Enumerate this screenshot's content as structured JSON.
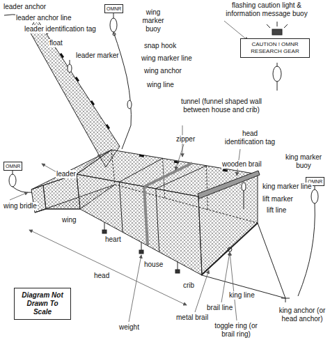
{
  "diagram": {
    "nodes": [
      {
        "text": [
          "OMNR"
        ]
      },
      {
        "text": [
          "OMNR"
        ]
      },
      {
        "text": [
          "OMNR"
        ]
      },
      {
        "text": [
          "CAUTION ! OMNR RESEARCH GEAR"
        ]
      },
      {
        "text": [
          "Diagram Not Drawn To Scale"
        ]
      }
    ],
    "labels": [
      "leader anchor",
      "leader anchor line",
      "leader identification tag",
      "float",
      "leader marker",
      "wing marker buoy",
      "snap hook",
      "wing marker line",
      "wing anchor",
      "wing line",
      "flashing caution light & information message buoy",
      "tunnel (funnel shaped wall between house and crib)",
      "head identification tag",
      "zipper",
      "wooden brail",
      "king marker buoy",
      "king marker line",
      "lift marker",
      "lift line",
      "leader",
      "wing bridle",
      "wing",
      "heart",
      "house",
      "crib",
      "head",
      "weight",
      "metal brail",
      "brail line",
      "king line",
      "toggle ring (or brail ring)",
      "king anchor (or head anchor)"
    ]
  }
}
